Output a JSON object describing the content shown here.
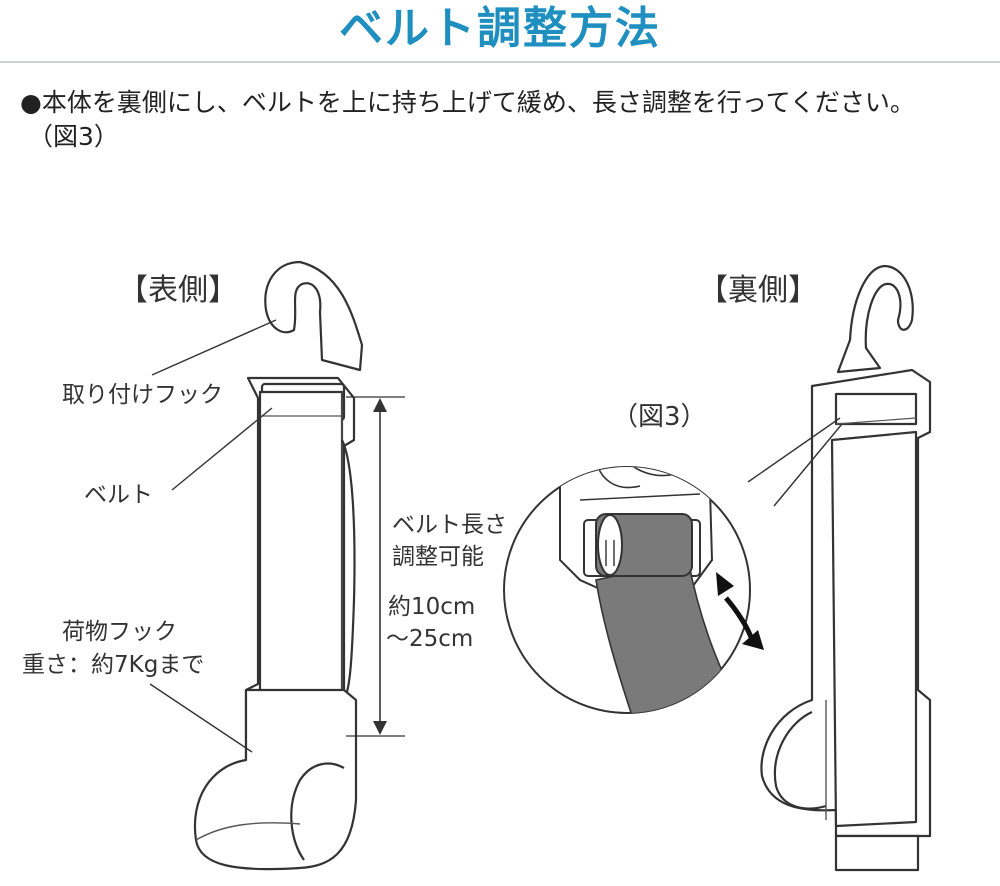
{
  "title": "ベルト調整方法",
  "description": {
    "line1": "●本体を裏側にし、ベルトを上に持ち上げて緩め、長さ調整を行ってください。",
    "line2": "（図3）"
  },
  "front": {
    "header": "【表側】",
    "hook_label": "取り付けフック",
    "belt_label": "ベルト",
    "adjust_label_1": "ベルト長さ",
    "adjust_label_2": "調整可能",
    "range_label_1": "約10cm",
    "range_label_2": "～25cm",
    "luggage_label_1": "荷物フック",
    "luggage_label_2": "重さ：約7Kgまで"
  },
  "back": {
    "header": "【裏側】",
    "figure_label": "（図3）"
  },
  "colors": {
    "title": "#1f8fbf",
    "belt_detail": "#7a7a7a",
    "outline": "#333333"
  }
}
